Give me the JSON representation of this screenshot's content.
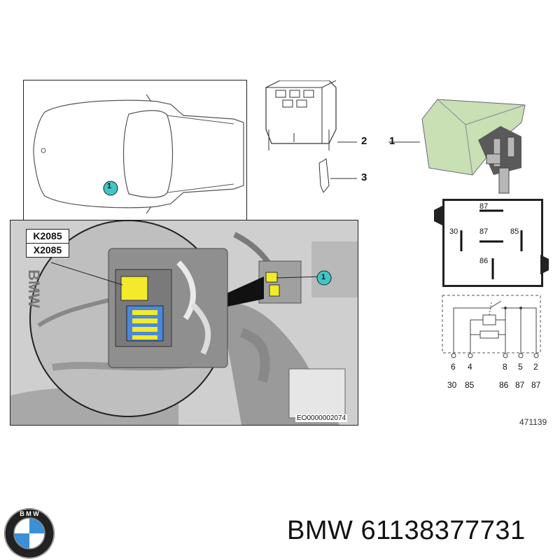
{
  "callouts": {
    "one": "1",
    "two": "2",
    "three": "3",
    "marker": "1"
  },
  "photo": {
    "connector_label": "K2085",
    "relay_label": "X2085",
    "engine_mark": "BMW",
    "image_code": "EO0000002074"
  },
  "schematic": {
    "top_terminals": [
      "87",
      "30",
      "87",
      "85",
      "86"
    ],
    "pin_numbers": [
      "6",
      "4",
      "8",
      "5",
      "2"
    ],
    "terminal_numbers": [
      "30",
      "85",
      "86",
      "87",
      "87"
    ]
  },
  "figure_number": "471139",
  "footer": {
    "brand": "BMW",
    "part_number": "61138377731"
  },
  "colors": {
    "relay_green": "#c9dfb4",
    "marker_teal": "#3fc6c6",
    "fuse_yellow": "#f2ea2a",
    "fuse_blue": "#4d88d8"
  },
  "icons": [
    "car-outline-icon",
    "bmw-roundel-icon"
  ]
}
